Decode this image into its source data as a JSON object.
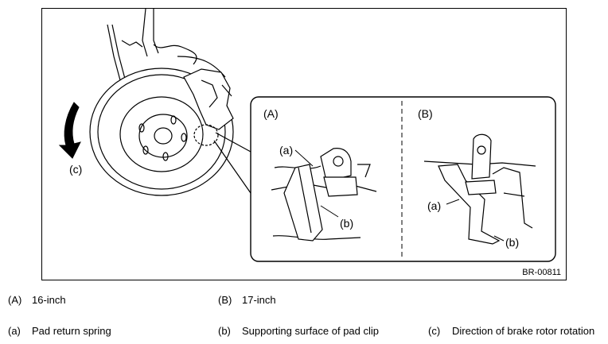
{
  "figure": {
    "code": "BR-00811",
    "callouts": {
      "inset_a": "(A)",
      "inset_b": "(B)",
      "c": "(c)",
      "a_in_A": "(a)",
      "b_in_A": "(b)",
      "a_in_B": "(a)",
      "b_in_B": "(b)"
    }
  },
  "legend": {
    "row1": [
      {
        "key": "(A)",
        "text": "16-inch"
      },
      {
        "key": "(B)",
        "text": "17-inch"
      }
    ],
    "row2": [
      {
        "key": "(a)",
        "text": "Pad return spring"
      },
      {
        "key": "(b)",
        "text": "Supporting surface of pad clip"
      },
      {
        "key": "(c)",
        "text": "Direction of brake rotor rotation"
      }
    ]
  }
}
